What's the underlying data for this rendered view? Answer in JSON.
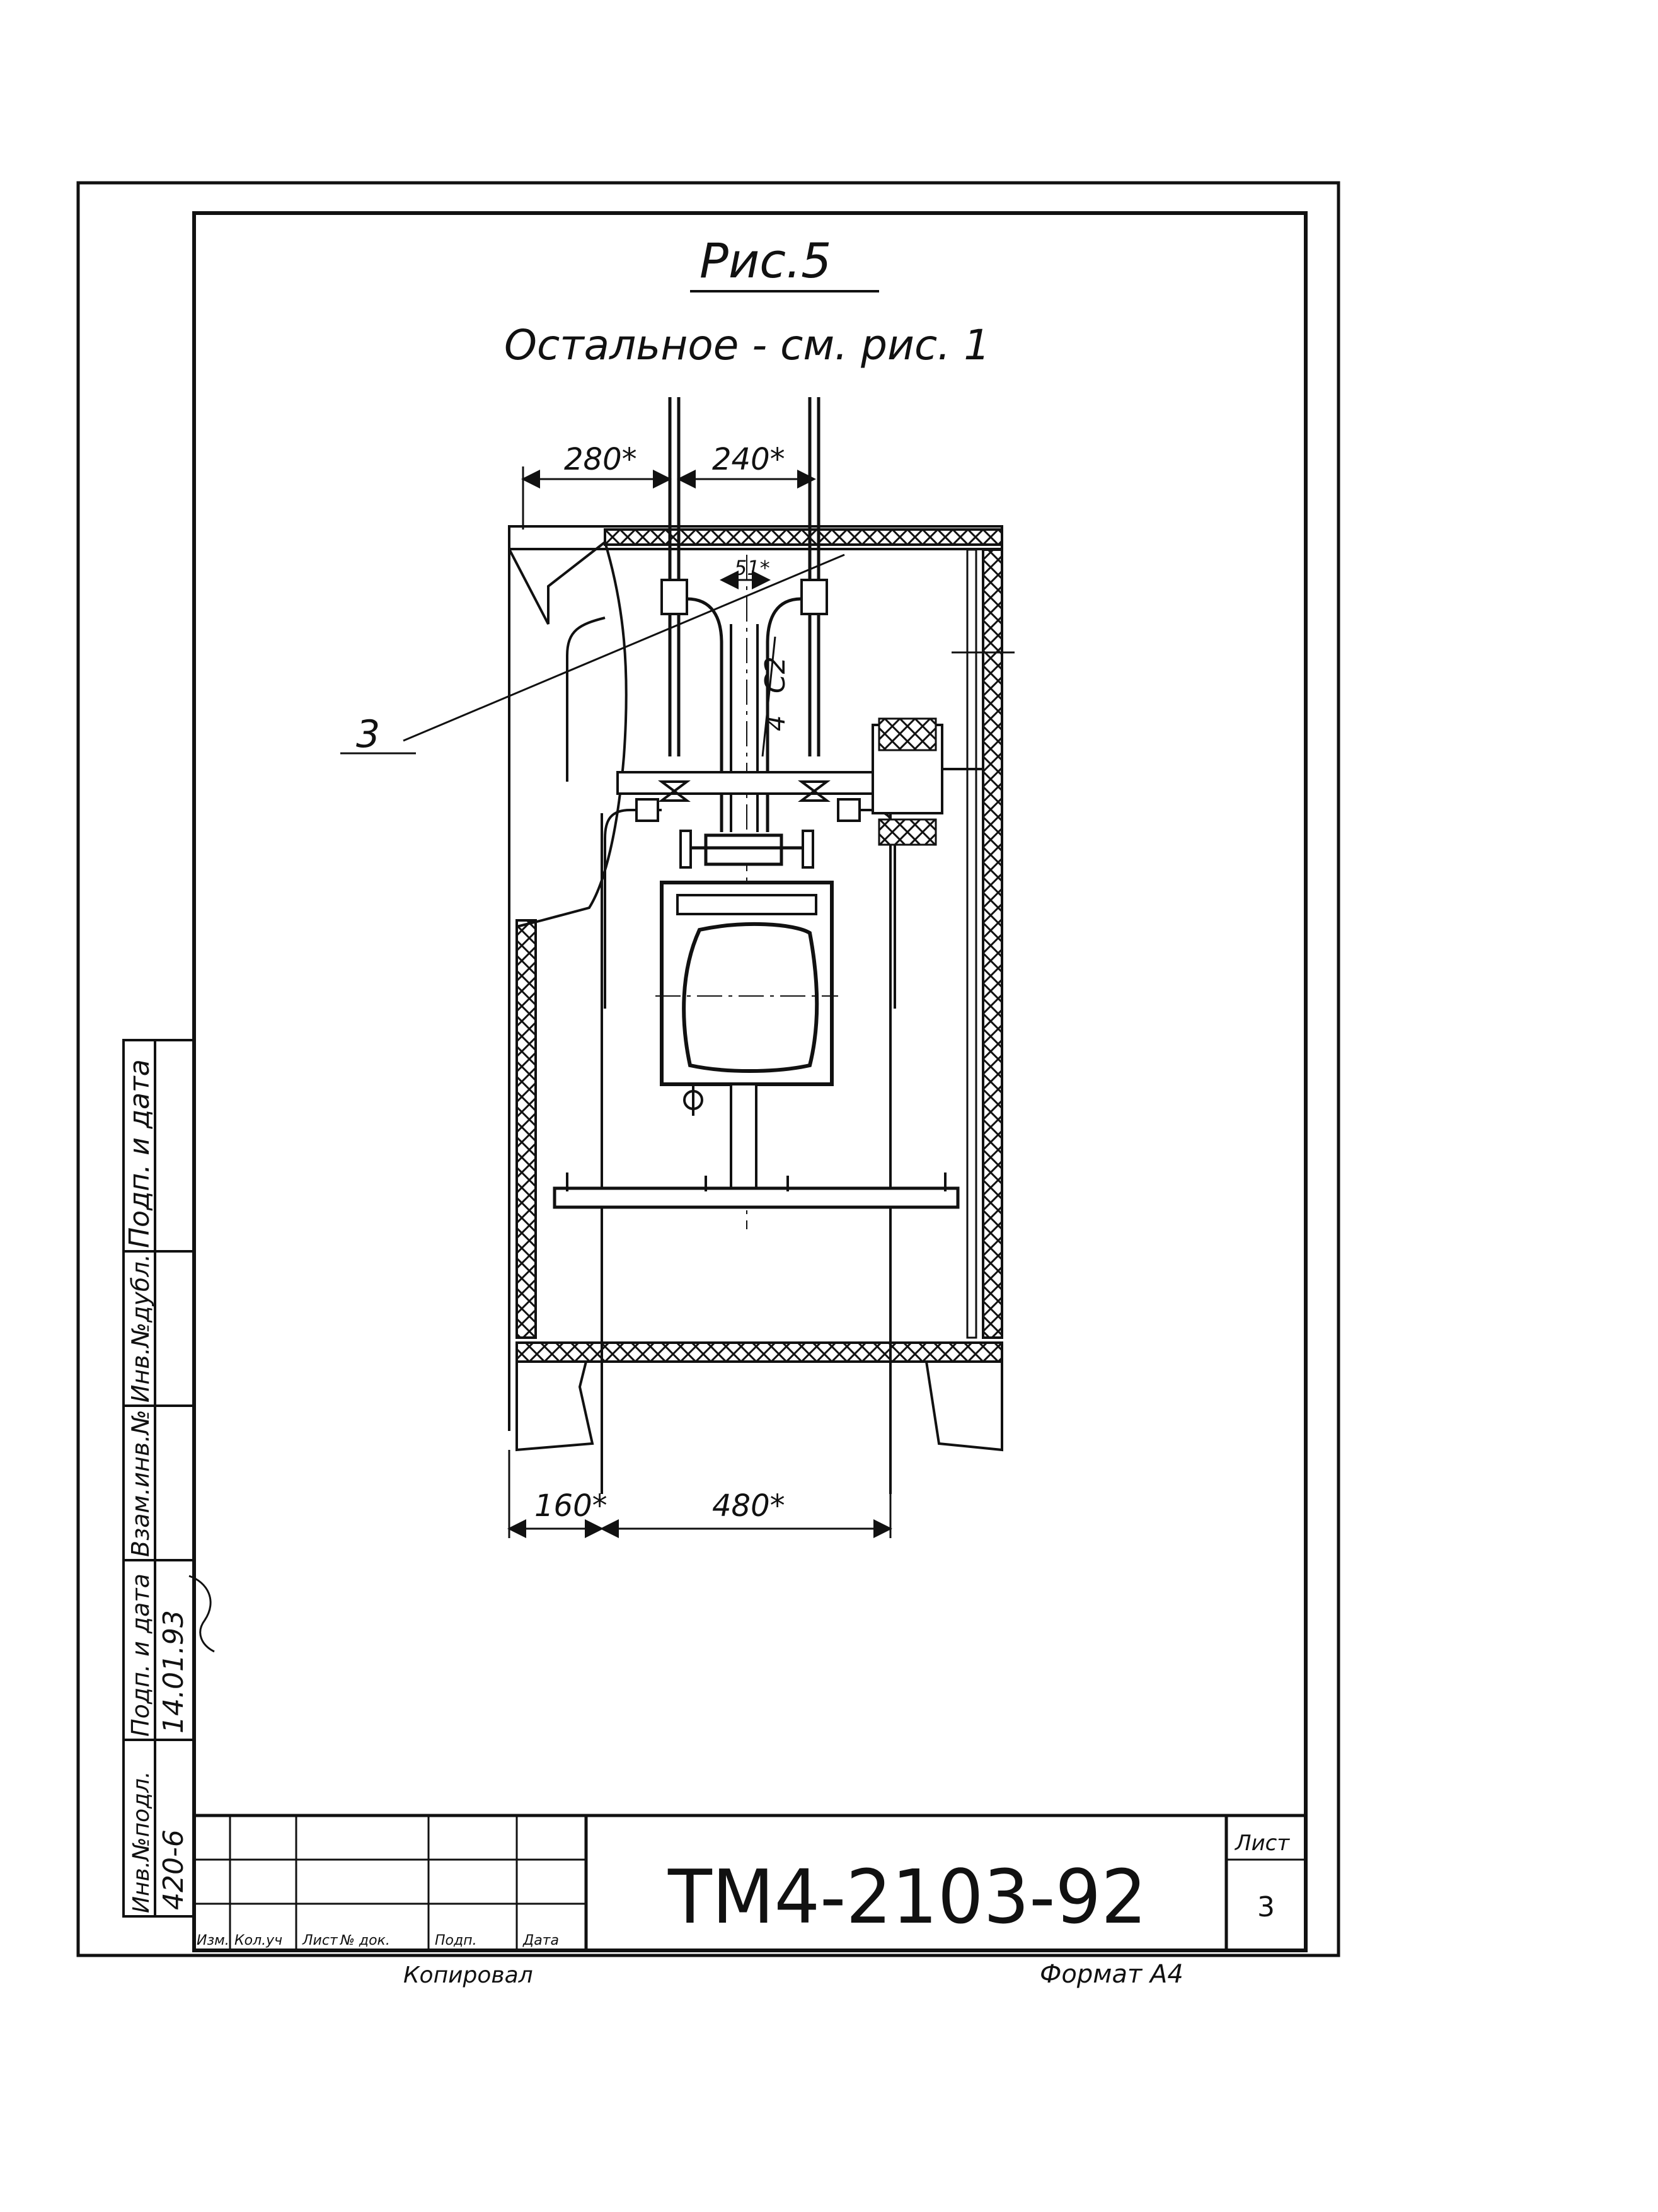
{
  "drawing": {
    "figure_title": "Рис.5",
    "note": "Остальное - см. рис. 1",
    "dimensions": {
      "top_left": "280*",
      "top_right": "240*",
      "inner_small": "51*",
      "bottom_left": "160*",
      "bottom_right": "480*"
    },
    "callout_label": "3",
    "pipe_label_c2": "C2",
    "pipe_label_4": "4"
  },
  "side_stamp": {
    "columns": [
      "Подп. и дата",
      "Инв.№дубл.",
      "Взам.инв.№",
      "Подп. и дата",
      "Инв.№подл."
    ],
    "values": [
      "",
      "",
      "",
      "14.01.93",
      "420-6"
    ]
  },
  "title_block": {
    "document_code": "ТМ4-2103-92",
    "sheet_label": "Лист",
    "sheet_number": "3",
    "row_labels": [
      "Изм.",
      "Кол.уч",
      "Лист",
      "№ док.",
      "Подп.",
      "Дата"
    ],
    "copied": "Копировал",
    "format": "Формат А4"
  }
}
